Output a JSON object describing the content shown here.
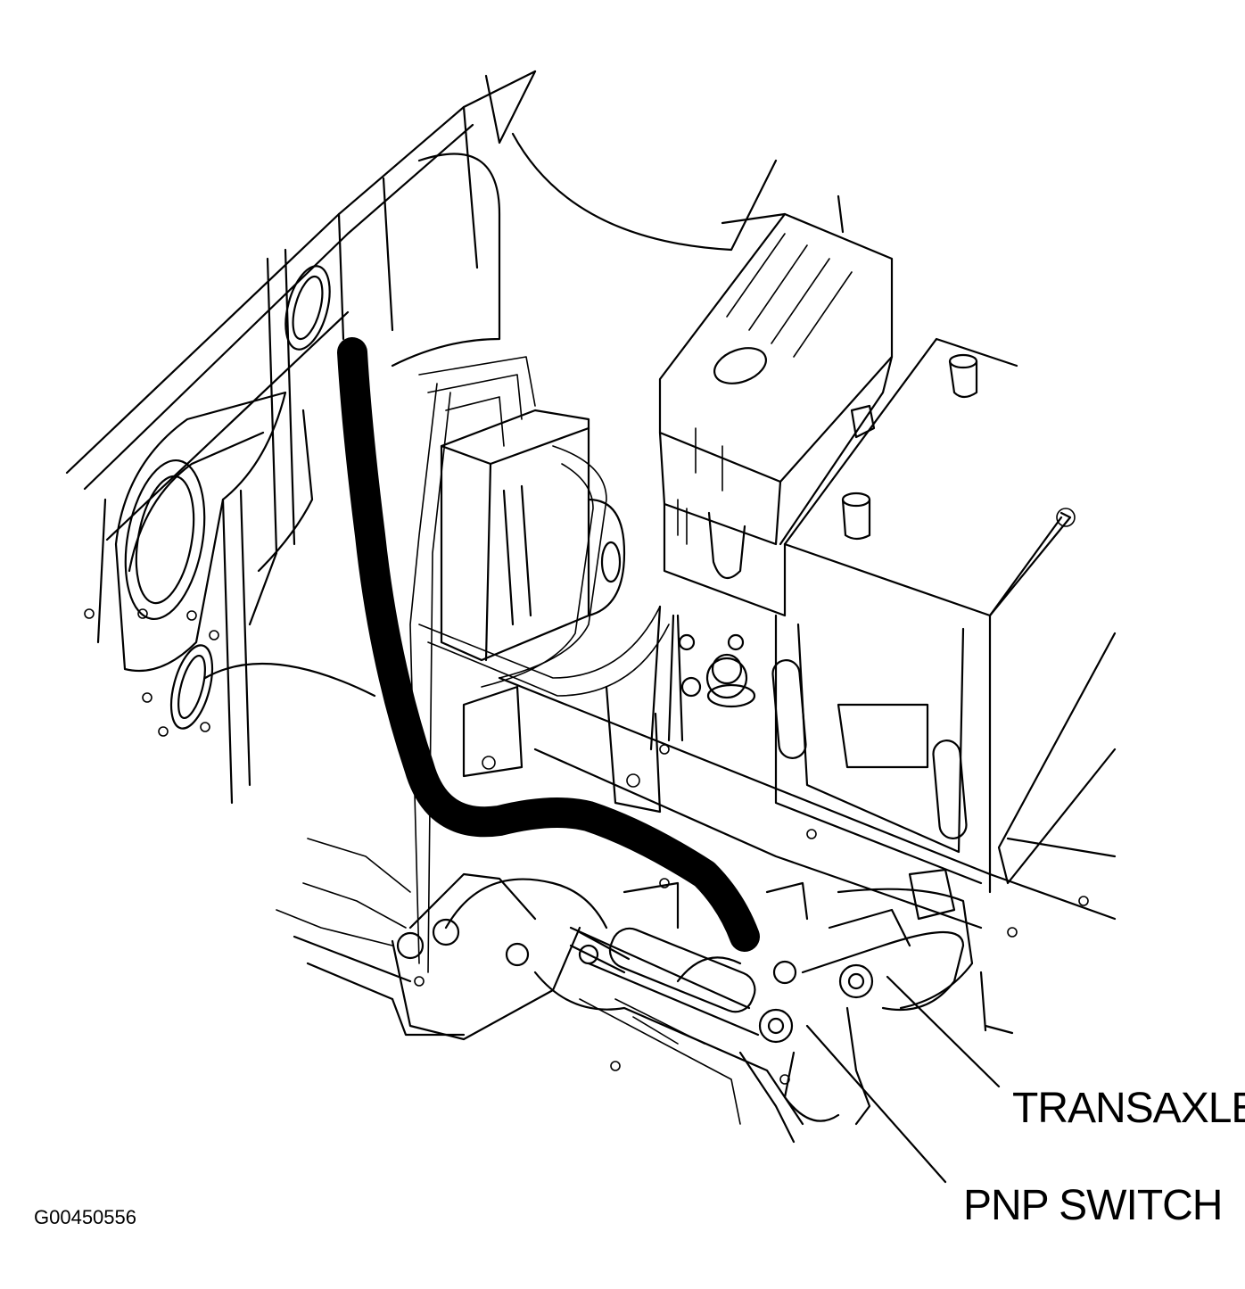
{
  "labels": {
    "transaxle": "TRANSAXLE",
    "pnp_switch": "PNP SWITCH"
  },
  "figure_id": "G00450556"
}
